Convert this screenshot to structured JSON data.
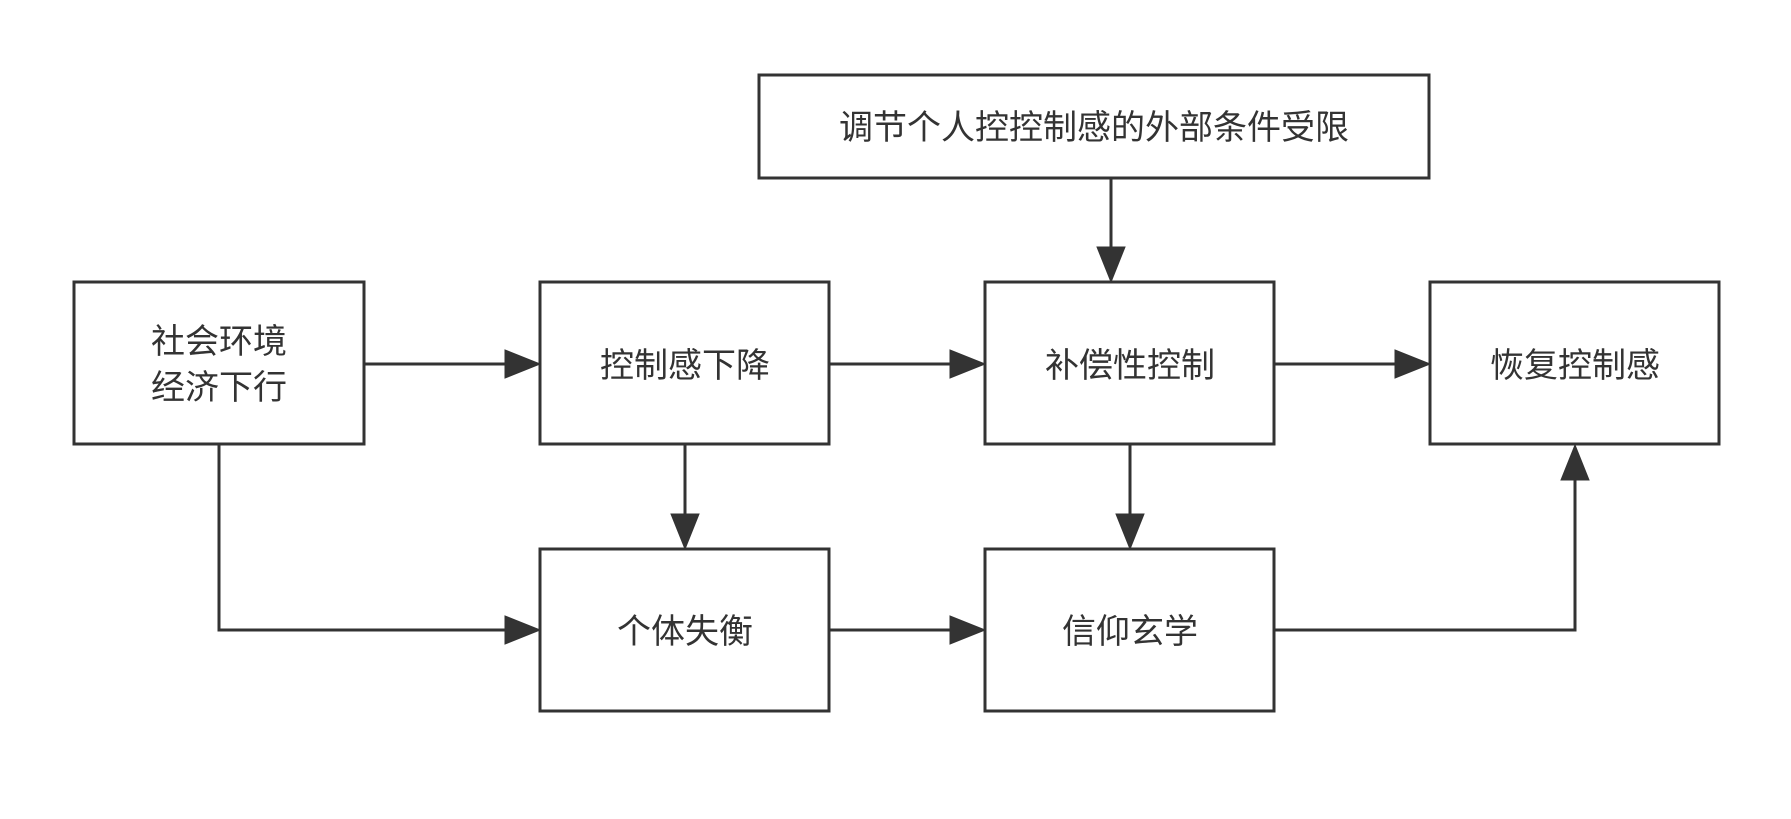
{
  "diagram": {
    "type": "flowchart",
    "nodes": [
      {
        "id": "constraint",
        "label_lines": [
          "调节个人控控制感的外部条件受限"
        ]
      },
      {
        "id": "social",
        "label_lines": [
          "社会环境",
          "经济下行"
        ]
      },
      {
        "id": "decline",
        "label_lines": [
          "控制感下降"
        ]
      },
      {
        "id": "compensate",
        "label_lines": [
          "补偿性控制"
        ]
      },
      {
        "id": "restore",
        "label_lines": [
          "恢复控制感"
        ]
      },
      {
        "id": "imbalance",
        "label_lines": [
          "个体失衡"
        ]
      },
      {
        "id": "belief",
        "label_lines": [
          "信仰玄学"
        ]
      }
    ],
    "edges": [
      {
        "from": "social",
        "to": "decline"
      },
      {
        "from": "decline",
        "to": "compensate"
      },
      {
        "from": "compensate",
        "to": "restore"
      },
      {
        "from": "constraint",
        "to": "compensate"
      },
      {
        "from": "decline",
        "to": "imbalance"
      },
      {
        "from": "compensate",
        "to": "belief"
      },
      {
        "from": "social",
        "to": "imbalance"
      },
      {
        "from": "imbalance",
        "to": "belief"
      },
      {
        "from": "belief",
        "to": "restore"
      }
    ]
  }
}
